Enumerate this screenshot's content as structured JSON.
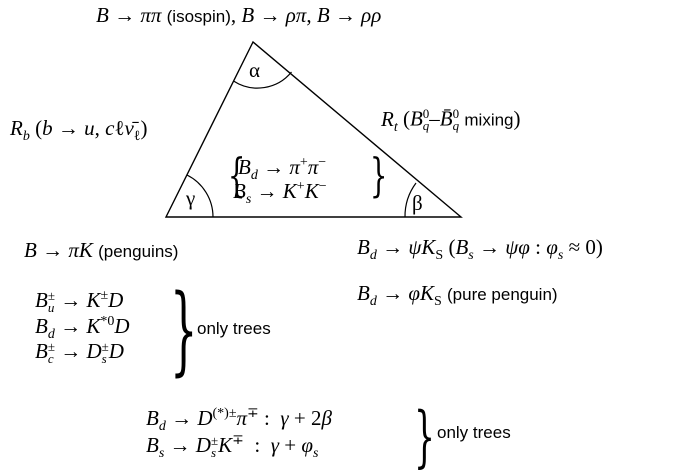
{
  "top_label": "B → ππ (isospin), B → ρπ, B → ρρ",
  "left_side": "R_b (b → u, cℓν̄_ℓ)",
  "right_side": "R_t (B_q^0–B̄_q^0 mixing)",
  "angles": {
    "alpha": "α",
    "beta": "β",
    "gamma": "γ"
  },
  "inside": {
    "line1": "B_d → π⁺π⁻",
    "line2": "B_s → K⁺K⁻"
  },
  "penguins": "B → πK (penguins)",
  "psi": "B_d → ψK_S (B_s → ψφ : φ_s ≈ 0)",
  "phi": "B_d → φK_S (pure penguin)",
  "trees1": {
    "line1": "B_u^± → K^±D",
    "line2": "B_d → K^{*0}D",
    "line3": "B_c^± → D_s^±D",
    "label": "only trees"
  },
  "trees2": {
    "line1": "B_d → D^{(*)±}π^∓ : γ + 2β",
    "line2": "B_s → D_s^±K^∓ : γ + φ_s",
    "label": "only trees"
  }
}
